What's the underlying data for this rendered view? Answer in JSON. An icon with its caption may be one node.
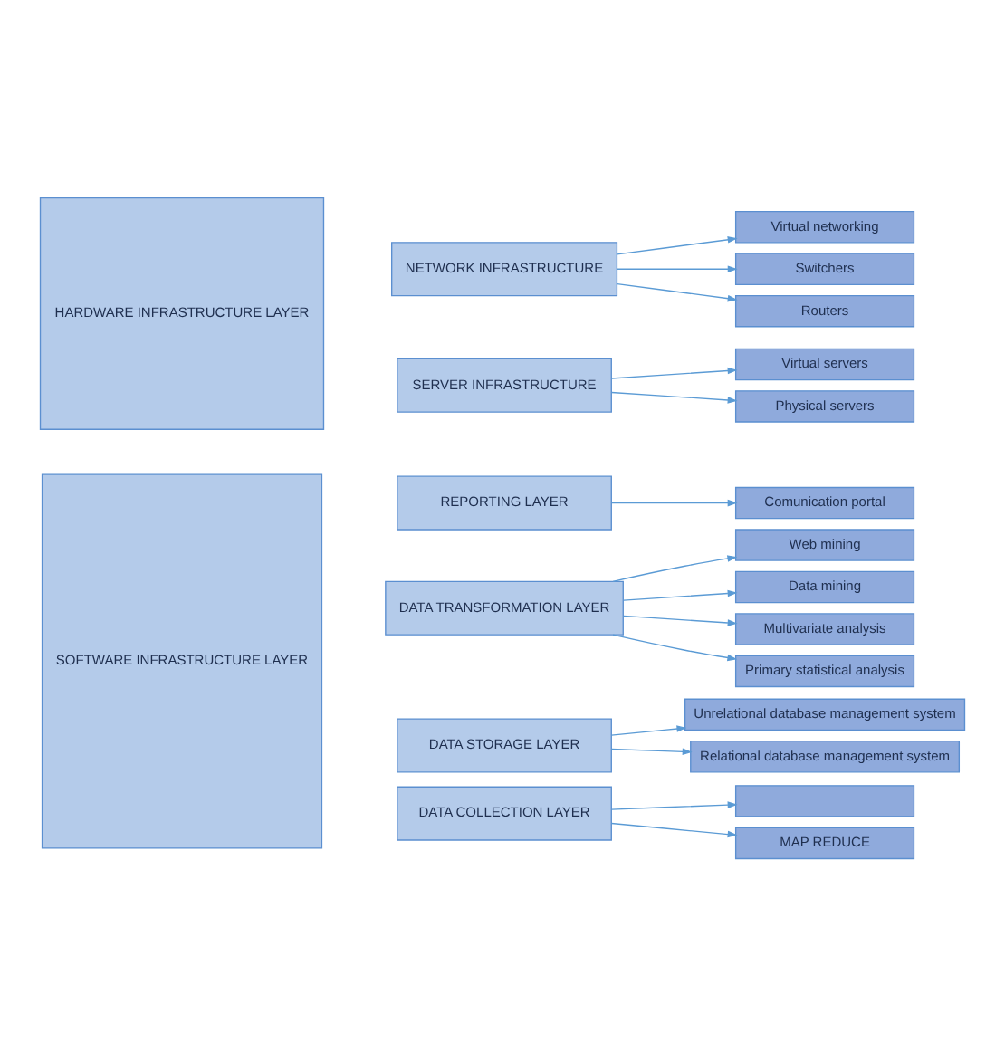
{
  "diagram": {
    "nodes": [
      {
        "text": [
          "SOFTWARE INFRASTRUCTURE LAYER"
        ]
      },
      {
        "text": [
          "DATA COLLECTION LAYER"
        ]
      },
      {
        "text": [
          "MAP REDUCE"
        ]
      },
      {
        "text": [],
        "shape": "box"
      },
      {
        "text": [
          "DATA STORAGE LAYER"
        ]
      },
      {
        "text": [
          "Relational database management system"
        ]
      },
      {
        "text": [
          "Unrelational database management system"
        ]
      },
      {
        "text": [
          "DATA TRANSFORMATION LAYER"
        ]
      },
      {
        "text": [
          "Primary statistical analysis"
        ]
      },
      {
        "text": [
          "Multivariate analysis"
        ]
      },
      {
        "text": [
          "Data mining"
        ]
      },
      {
        "text": [
          "Web mining"
        ]
      },
      {
        "text": [
          "REPORTING LAYER"
        ]
      },
      {
        "text": [
          "Comunication portal"
        ]
      },
      {
        "text": [
          "HARDWARE INFRASTRUCTURE LAYER"
        ]
      },
      {
        "text": [
          "SERVER INFRASTRUCTURE"
        ]
      },
      {
        "text": [
          "Physical servers"
        ]
      },
      {
        "text": [
          "Virtual servers"
        ]
      },
      {
        "text": [
          "NETWORK INFRASTRUCTURE"
        ]
      },
      {
        "text": [
          "Routers"
        ]
      },
      {
        "text": [
          "Switchers"
        ]
      },
      {
        "text": [
          "Virtual networking"
        ]
      }
    ],
    "edges": [
      {
        "from": 1,
        "to": 2,
        "arrow": "to"
      },
      {
        "from": 1,
        "to": 3,
        "arrow": "to"
      },
      {
        "from": 4,
        "to": 5,
        "arrow": "to"
      },
      {
        "from": 4,
        "to": 6,
        "arrow": "to"
      },
      {
        "from": 7,
        "to": 8,
        "arrow": "to"
      },
      {
        "from": 7,
        "to": 9,
        "arrow": "to"
      },
      {
        "from": 7,
        "to": 10,
        "arrow": "to"
      },
      {
        "from": 7,
        "to": 11,
        "arrow": "to"
      },
      {
        "from": 12,
        "to": 13,
        "arrow": "to"
      },
      {
        "from": 15,
        "to": 16,
        "arrow": "to"
      },
      {
        "from": 15,
        "to": 17,
        "arrow": "to"
      },
      {
        "from": 18,
        "to": 19,
        "arrow": "to"
      },
      {
        "from": 18,
        "to": 20,
        "arrow": "to"
      },
      {
        "from": 18,
        "to": 21,
        "arrow": "to"
      }
    ]
  }
}
